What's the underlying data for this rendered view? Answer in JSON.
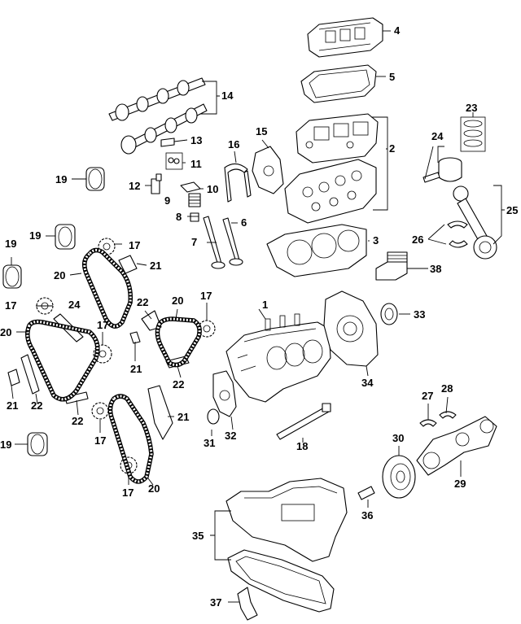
{
  "callouts": [
    "1",
    "2",
    "3",
    "4",
    "5",
    "6",
    "7",
    "8",
    "9",
    "10",
    "11",
    "12",
    "13",
    "14",
    "15",
    "16",
    "17",
    "18",
    "19",
    "20",
    "21",
    "22",
    "23",
    "24",
    "25",
    "26",
    "27",
    "28",
    "29",
    "30",
    "31",
    "32",
    "33",
    "34",
    "35",
    "36",
    "37",
    "38"
  ],
  "parts": {
    "engine_block": "1",
    "cylinder_head": "2",
    "head_gasket": "3",
    "valve_cover": "4",
    "valve_cover_gasket": "5",
    "exhaust_valve": "6",
    "intake_valve": "7",
    "valve_keeper": "8",
    "valve_spring": "9",
    "rocker_arm": "10",
    "lifter": "11",
    "hydraulic_adjuster": "12",
    "plug": "13",
    "camshaft": "14",
    "timing_cover": "15",
    "chain_guide": "16",
    "sprocket": "17",
    "dipstick_tube": "18",
    "cam_adjuster": "19",
    "timing_chain": "20",
    "tensioner": "21",
    "chain_guide_rail": "22",
    "piston_rings": "23",
    "piston": "24",
    "connecting_rod": "25",
    "rod_bearing": "26",
    "main_bearing_upper": "27",
    "main_bearing_lower": "28",
    "crankshaft": "29",
    "balancer": "30",
    "seal": "31",
    "oil_pump": "32",
    "crank_seal": "33",
    "rear_cover": "34",
    "oil_pan": "35",
    "sensor": "36",
    "pickup_tube": "37",
    "oil_cooler": "38"
  }
}
